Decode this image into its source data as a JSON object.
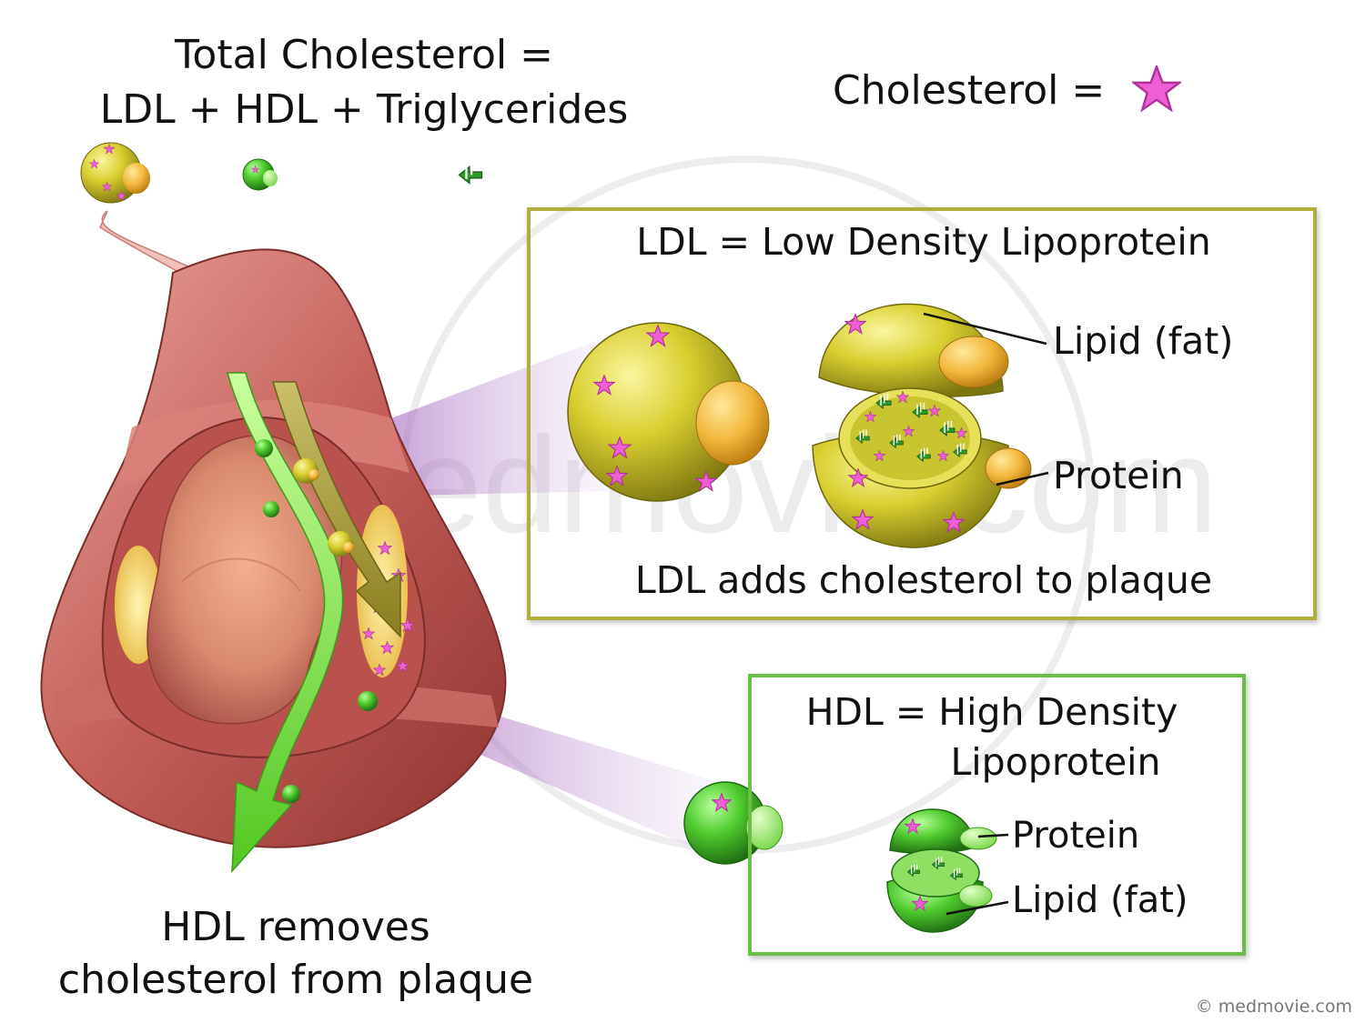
{
  "header": {
    "total_line1": "Total Cholesterol =",
    "total_line2": "LDL + HDL + Triglycerides",
    "legend_label": "Cholesterol ="
  },
  "ldl_panel": {
    "title": "LDL = Low Density Lipoprotein",
    "lipid_label": "Lipid (fat)",
    "protein_label": "Protein",
    "caption": "LDL adds cholesterol to plaque",
    "border_color": "#b3ad3c"
  },
  "hdl_panel": {
    "title_line1": "HDL = High Density",
    "title_line2": "Lipoprotein",
    "protein_label": "Protein",
    "lipid_label": "Lipid (fat)",
    "border_color": "#6cbf45"
  },
  "artery": {
    "caption_line1": "HDL removes",
    "caption_line2": "cholesterol from plaque"
  },
  "watermark": "medmovie.com",
  "copyright": "© medmovie.com",
  "colors": {
    "cholesterol_star": "#ee5fd6",
    "ldl_yellow": "#cfc52a",
    "hdl_green": "#47c42c",
    "artery_red": "#c25a55",
    "plaque": "#f2d85a"
  },
  "icons": [
    "cholesterol-star-icon",
    "ldl-particle-icon",
    "hdl-particle-icon",
    "triglyceride-icon",
    "artery-illustration",
    "flow-arrow-icon"
  ]
}
